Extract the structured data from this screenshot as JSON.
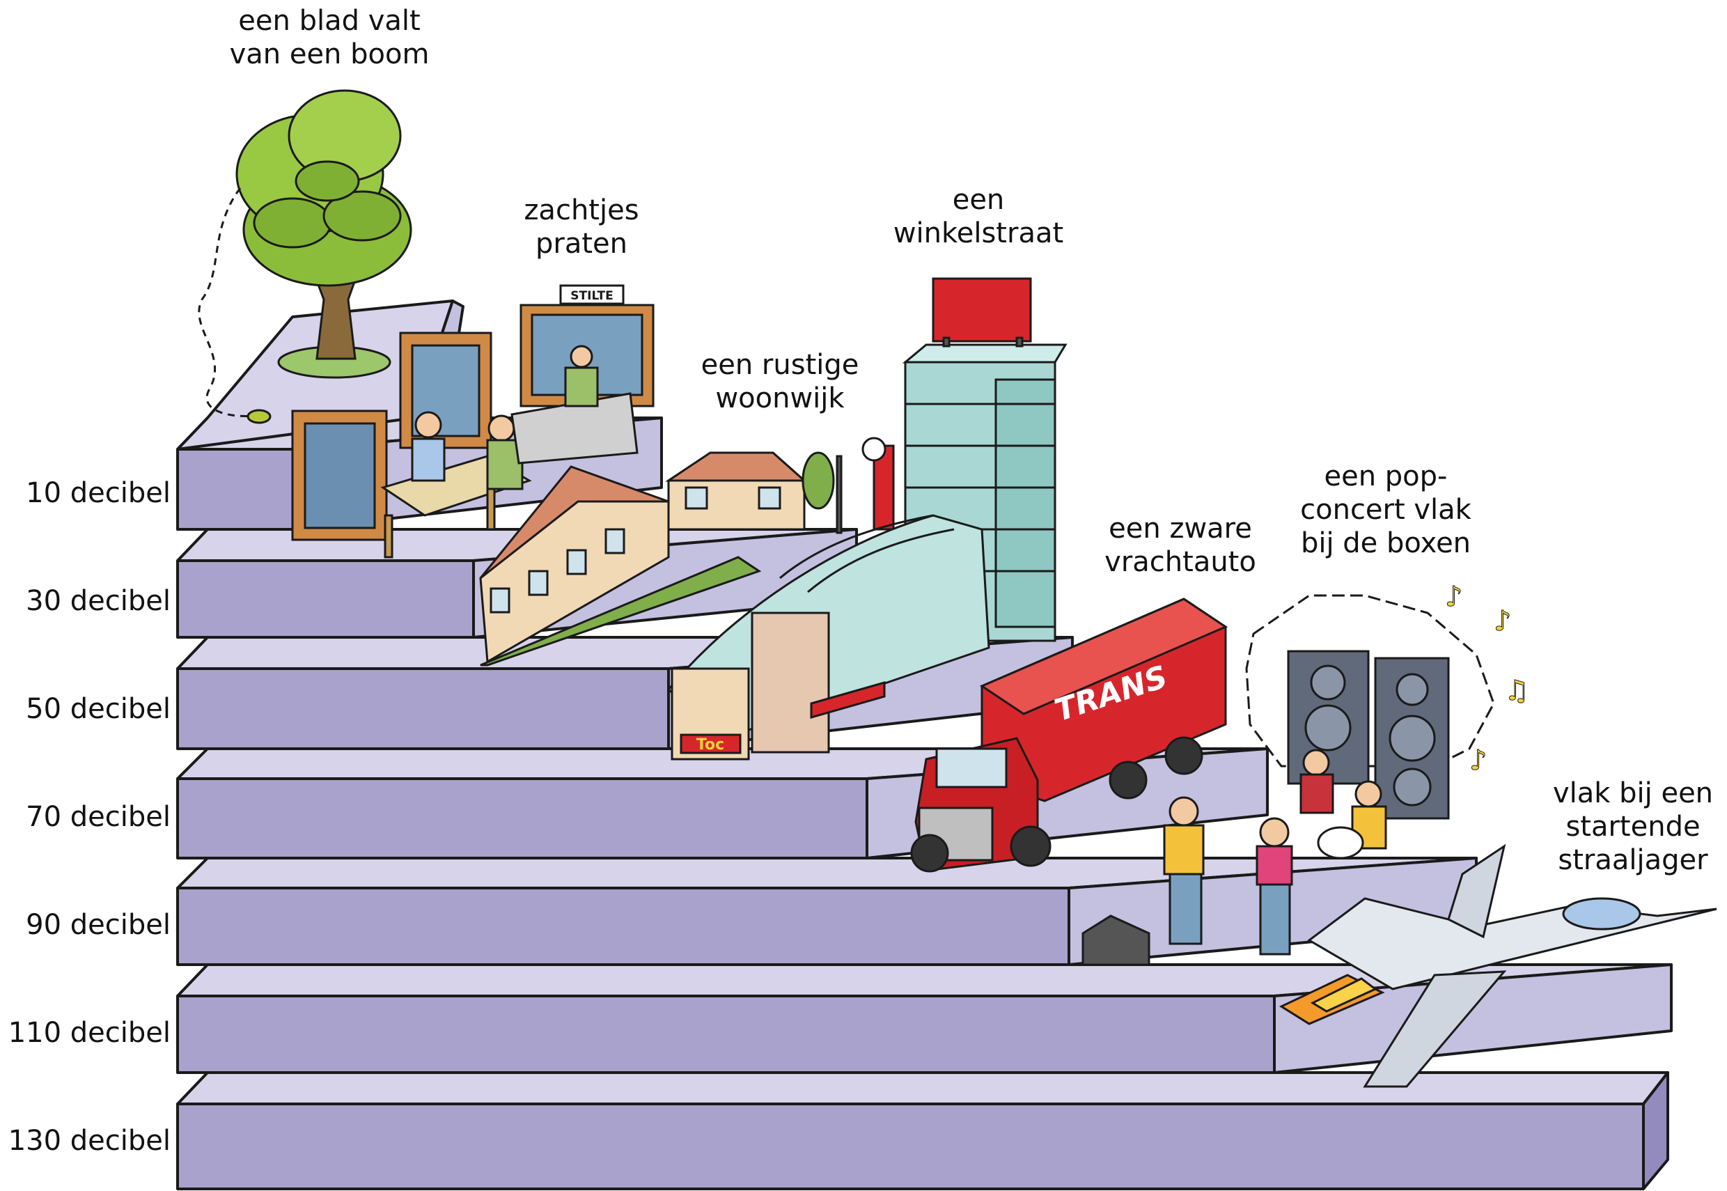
{
  "levels": [
    {
      "label": "10 decibel"
    },
    {
      "label": "30 decibel"
    },
    {
      "label": "50 decibel"
    },
    {
      "label": "70 decibel"
    },
    {
      "label": "90 decibel"
    },
    {
      "label": "110 decibel"
    },
    {
      "label": "130 decibel"
    }
  ],
  "captions": {
    "leaf": {
      "line1": "een blad valt",
      "line2": "van een boom"
    },
    "talk": {
      "line1": "zachtjes",
      "line2": "praten"
    },
    "quiet": {
      "line1": "een rustige",
      "line2": "woonwijk"
    },
    "shop": {
      "line1": "een",
      "line2": "winkelstraat"
    },
    "truck": {
      "line1": "een zware",
      "line2": "vrachtauto"
    },
    "concert": {
      "line1": "een pop-",
      "line2": "concert vlak",
      "line3": "bij de boxen"
    },
    "jet": {
      "line1": "vlak bij een",
      "line2": "startende",
      "line3": "straaljager"
    }
  },
  "signs": {
    "library": "STILTE",
    "truck": "TRANS",
    "shop": "Toc"
  },
  "colors": {
    "step_front": "#a9a2cc",
    "step_top": "#d6d3ea",
    "outline": "#1a1a1a",
    "tree": "#8cbd3a",
    "truck": "#d7262b",
    "glass": "#a9d8d4"
  }
}
